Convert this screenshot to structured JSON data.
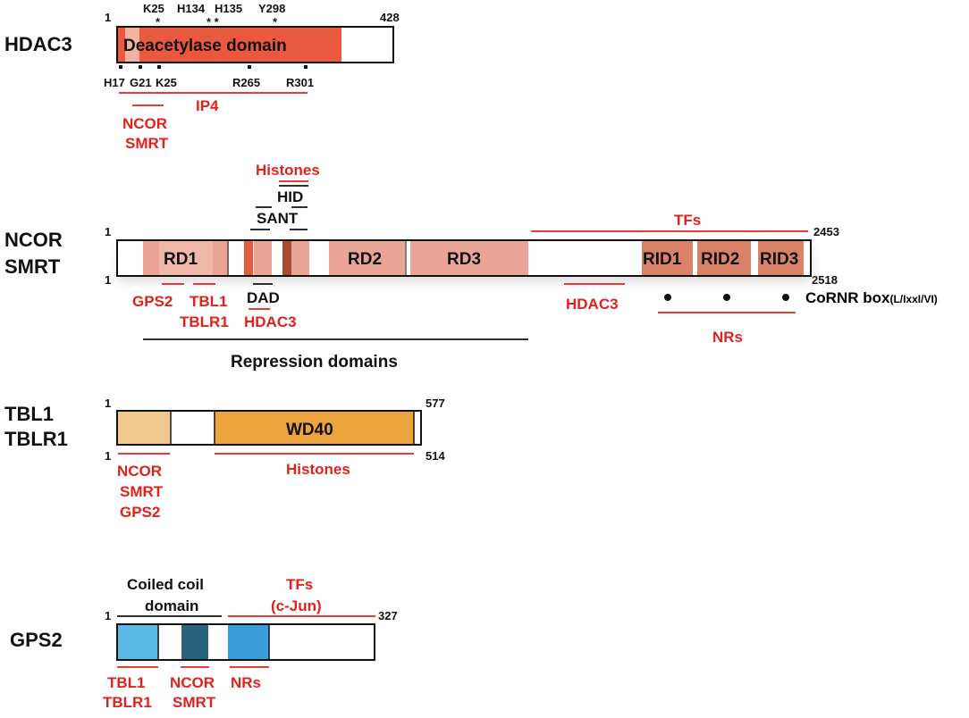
{
  "colors": {
    "binding_red": "#e0221c",
    "deacetylase": "#e8593d",
    "deacetylase_light": "#f4b2a3",
    "ncor_domain": "#e9a595",
    "ncor_dark": "#a84a33",
    "ncor_rid": "#d9826a",
    "tbl_light": "#f0c98c",
    "wd40": "#eda43c",
    "gps2_light": "#5cb9e5",
    "gps2_dark": "#2a637c",
    "gps2_nr": "#3a9ed8"
  },
  "hdac3": {
    "name": "HDAC3",
    "start": "1",
    "end": "428",
    "domain_label": "Deacetylase domain",
    "top_residues": [
      "K25",
      "H134",
      "H135",
      "Y298"
    ],
    "star": "*",
    "star_pair": "* *",
    "bottom_residues": [
      "H17",
      "G21",
      "K25",
      "R265",
      "R301"
    ],
    "bind_ncor": [
      "NCOR",
      "SMRT"
    ],
    "bind_ip4": "IP4"
  },
  "ncor": {
    "name_lines": [
      "NCOR",
      "SMRT"
    ],
    "start_top": "1",
    "start_bottom": "1",
    "end_top": "2453",
    "end_bottom": "2518",
    "domains": {
      "rd1": "RD1",
      "rd2": "RD2",
      "rd3": "RD3",
      "rid1": "RID1",
      "rid2": "RID2",
      "rid3": "RID3"
    },
    "histones": "Histones",
    "hid": "HID",
    "sant": "SANT",
    "dad": "DAD",
    "tfs": "TFs",
    "gps2": "GPS2",
    "tbl1": "TBL1",
    "tblr1": "TBLR1",
    "hdac3_dad": "HDAC3",
    "hdac3_mid": "HDAC3",
    "nrs": "NRs",
    "cornr_main": "CoRNR box",
    "cornr_sub": "(L/IxxI/VI)",
    "repression": "Repression domains"
  },
  "tbl": {
    "name_lines": [
      "TBL1",
      "TBLR1"
    ],
    "start_top": "1",
    "start_bottom": "1",
    "end_top": "577",
    "end_bottom": "514",
    "domain_label": "WD40",
    "bind_left": [
      "NCOR",
      "SMRT",
      "GPS2"
    ],
    "bind_histones": "Histones"
  },
  "gps2": {
    "name": "GPS2",
    "start": "1",
    "end": "327",
    "coiled_coil": [
      "Coiled coil",
      "domain"
    ],
    "tfs": [
      "TFs",
      "(c-Jun)"
    ],
    "bind_tbl": [
      "TBL1",
      "TBLR1"
    ],
    "bind_ncor": [
      "NCOR",
      "SMRT"
    ],
    "bind_nrs": "NRs"
  }
}
